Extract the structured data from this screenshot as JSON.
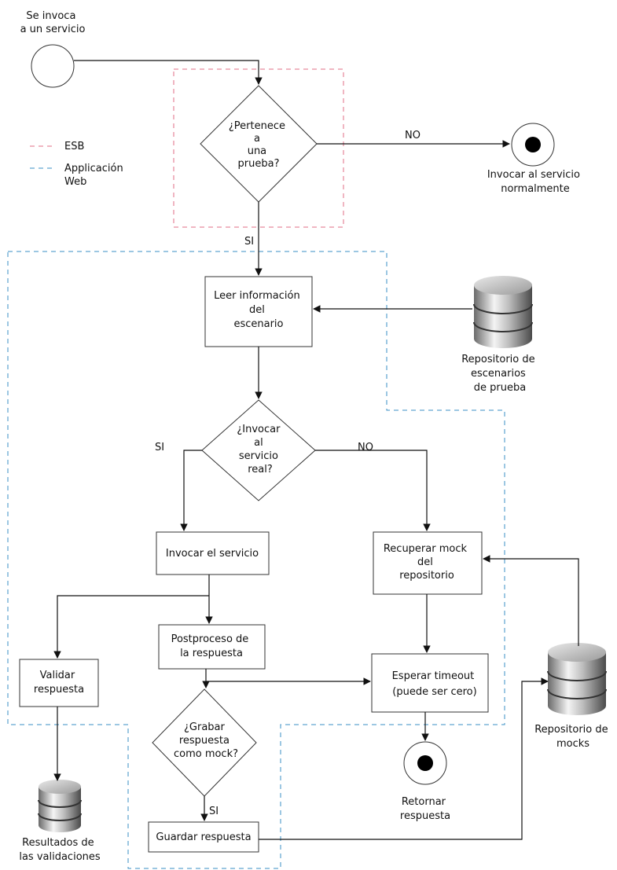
{
  "legend": {
    "esb": "ESB",
    "web": "Applicación\nWeb",
    "esb_color": "#e06c84",
    "web_color": "#3a8fc4"
  },
  "nodes": {
    "start": "Se invoca\na un servicio",
    "d_pertenece": "¿Pertenece\na\nuna\nprueba?",
    "end_normal": "Invocar al servicio\nnormalmente",
    "leer": "Leer información\ndel\nescenario",
    "repo_escenarios": "Repositorio de\nescenarios\nde prueba",
    "d_invocar": "¿Invocar\nal\nservicio\nreal?",
    "invocar": "Invocar el servicio",
    "recuperar": "Recuperar mock\ndel\nrepositorio",
    "postproceso": "Postproceso de\nla respuesta",
    "validar": "Validar\nrespuesta",
    "esperar": "Esperar timeout\n(puede ser cero)",
    "repo_mocks": "Repositorio de\nmocks",
    "d_grabar": "¿Grabar\nrespuesta\ncomo mock?",
    "end_retornar": "Retornar\nrespuesta",
    "repo_resultados": "Resultados de\nlas validaciones",
    "guardar": "Guardar respuesta"
  },
  "edge_labels": {
    "no_1": "NO",
    "si_1": "SI",
    "si_2": "SI",
    "no_2": "NO",
    "si_3": "SI"
  }
}
